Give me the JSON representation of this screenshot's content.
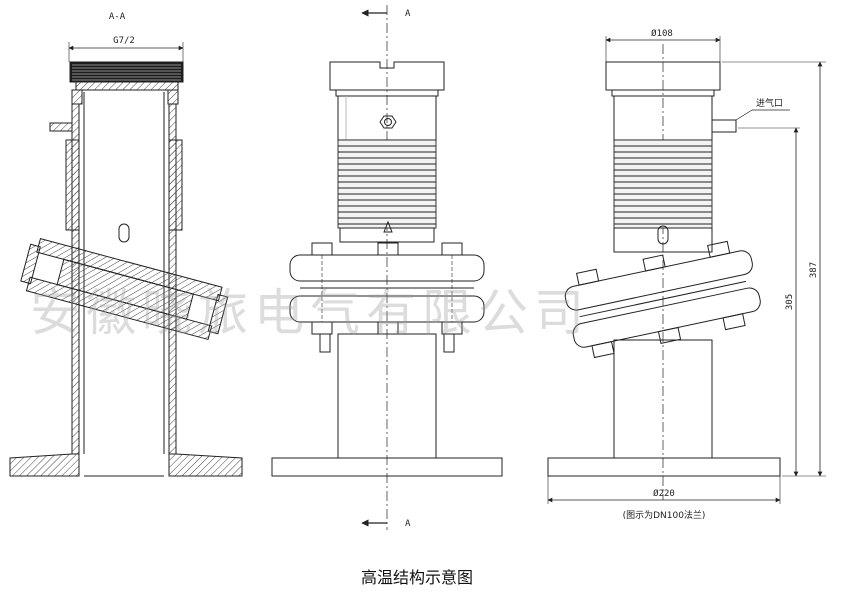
{
  "section_label": "A-A",
  "thread_label": "G7/2",
  "cut_label_top": "A",
  "cut_label_bottom": "A",
  "dim_top_diameter": "Ø108",
  "dim_base_diameter": "Ø220",
  "dim_height_total": "387",
  "dim_height_inner": "305",
  "inlet_label": "进气口",
  "flange_note": "(图示为DN100法兰)",
  "caption": "高温结构示意图",
  "watermark": "安徽晓旅电气有限公司"
}
